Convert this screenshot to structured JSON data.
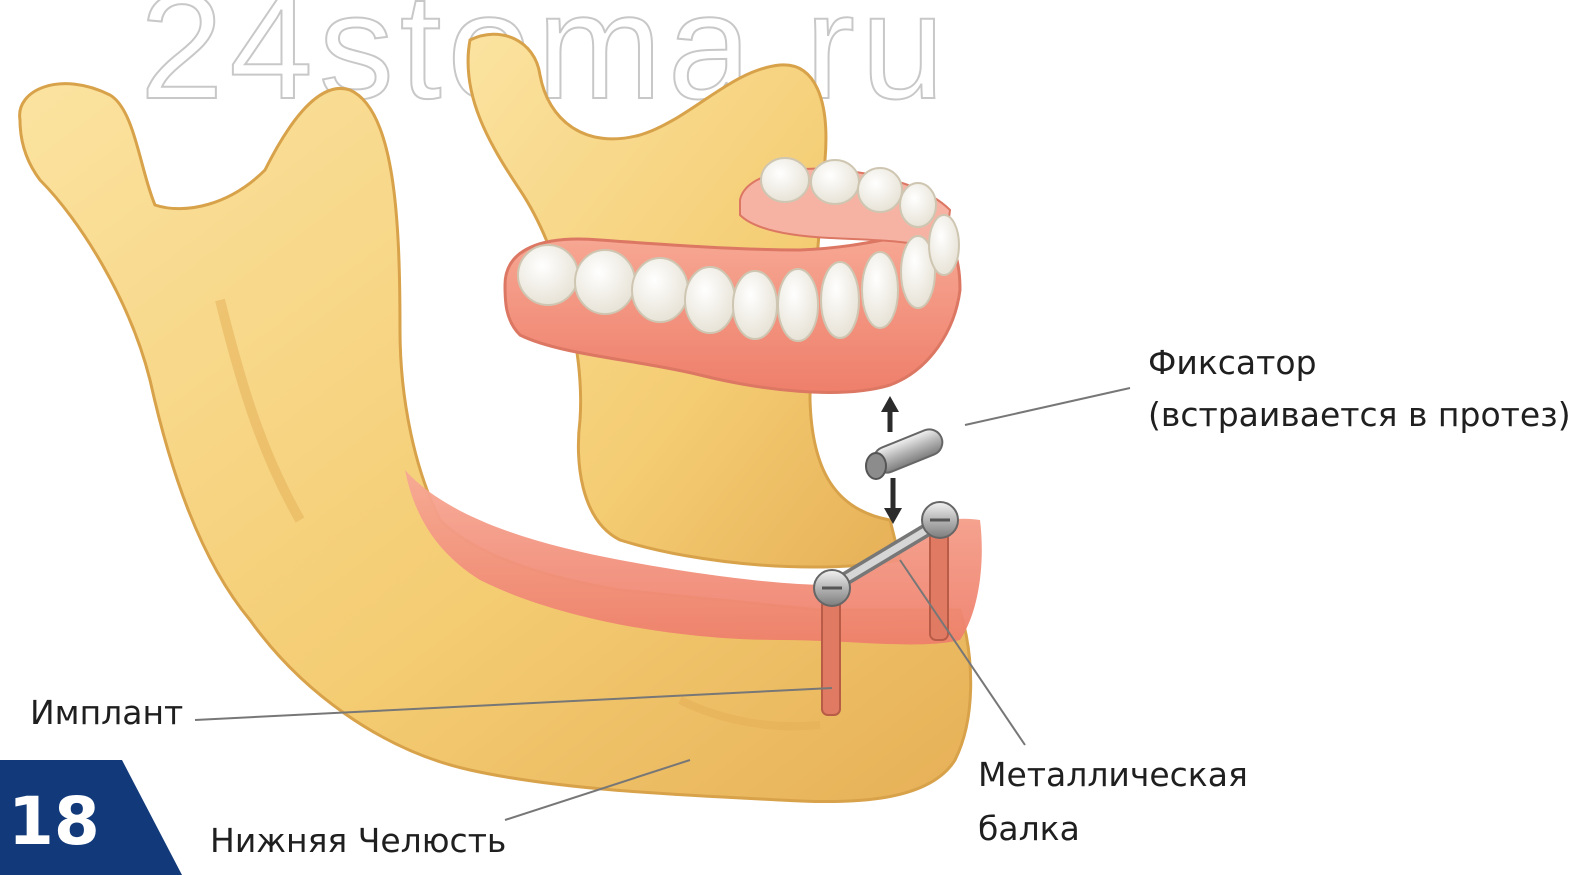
{
  "watermark": "24stoma.ru",
  "figure_number": "18",
  "labels": {
    "fixator_title": "Фиксатор",
    "fixator_note": "(встраивается в протез)",
    "implant": "Имплант",
    "jaw": "Нижняя Челюсть",
    "bar_line1": "Металлическая",
    "bar_line2": "балка"
  },
  "colors": {
    "bone": "#f6d27a",
    "bone_shade": "#dfa94a",
    "gum": "#f08a76",
    "gum_light": "#f6b3a4",
    "tooth": "#f9f7f0",
    "metal": "#b8b8b8",
    "badge": "#123a7a"
  }
}
